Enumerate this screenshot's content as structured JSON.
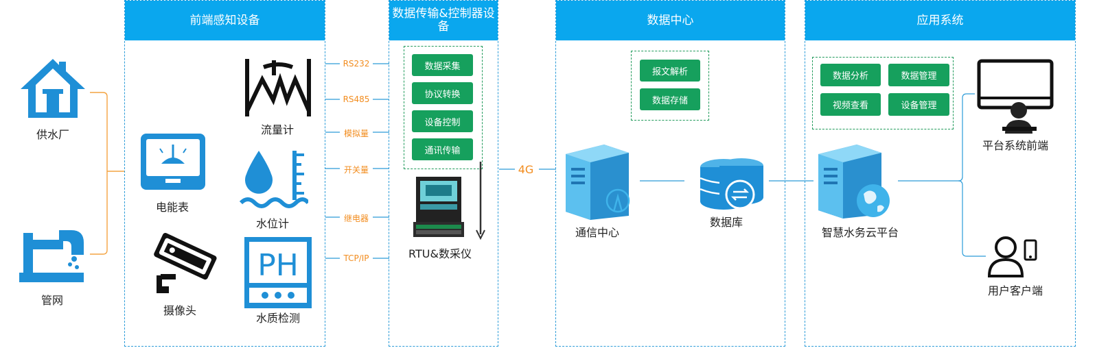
{
  "columns": {
    "sensors": "前端感知设备",
    "transport": "数据传输&控制器设备",
    "datacenter": "数据中心",
    "application": "应用系统"
  },
  "sources": {
    "water_plant": "供水厂",
    "pipe_network": "管网"
  },
  "sensors": {
    "flowmeter": "流量计",
    "energy_meter": "电能表",
    "water_level": "水位计",
    "camera": "摄像头",
    "water_quality": "水质检测",
    "ph_text": "PH"
  },
  "protocols": [
    "RS232",
    "RS485",
    "模拟量",
    "开关量",
    "继电器",
    "TCP/IP"
  ],
  "rtu": {
    "functions": [
      "数据采集",
      "协议转换",
      "设备控制",
      "通讯传输"
    ],
    "label": "RTU&数采仪"
  },
  "network": "4G",
  "datacenter": {
    "functions": [
      "报文解析",
      "数据存储"
    ],
    "comm_center": "通信中心",
    "database": "数据库"
  },
  "application": {
    "functions": [
      "数据分析",
      "数据管理",
      "视频查看",
      "设备管理"
    ],
    "cloud_platform": "智慧水务云平台",
    "frontend": "平台系统前端",
    "client": "用户客户端"
  },
  "colors": {
    "header": "#0aa7ee",
    "accent_blue": "#1f8fd6",
    "green": "#16a05d",
    "orange": "#f28c1e",
    "dark": "#111111"
  }
}
